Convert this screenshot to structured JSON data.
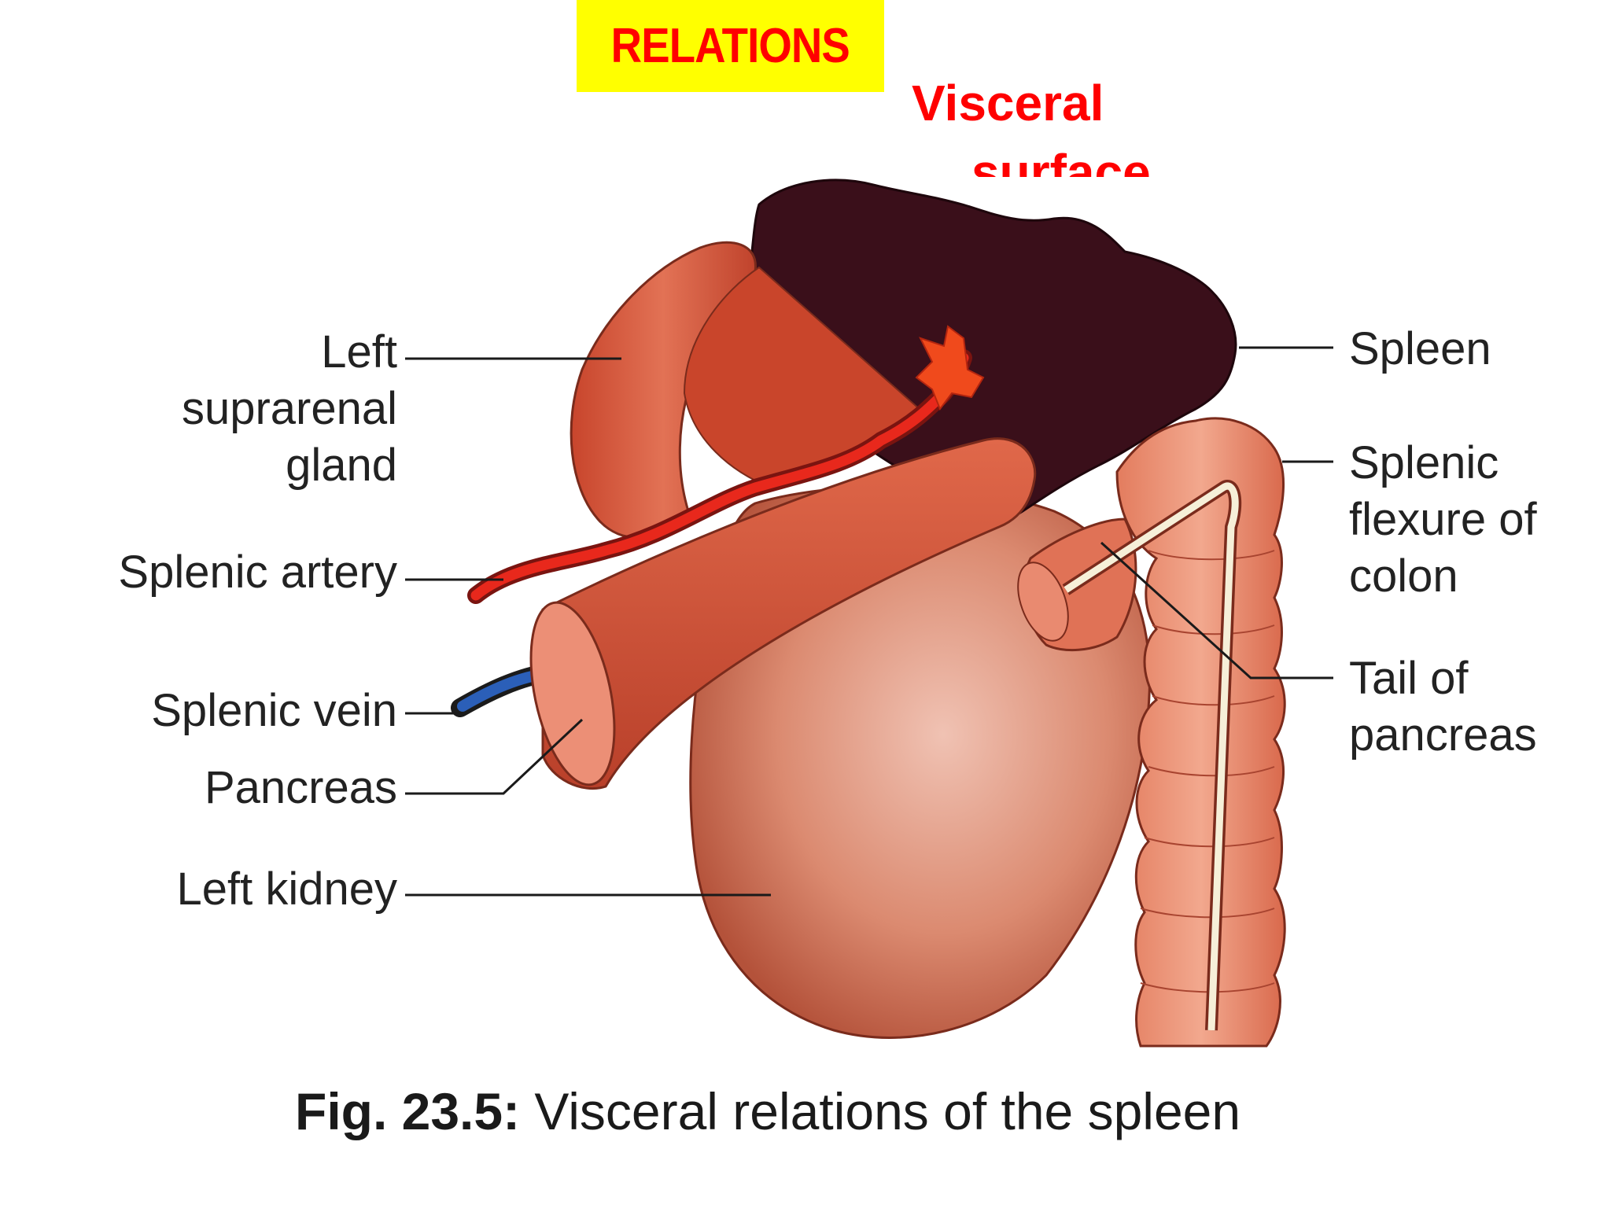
{
  "title": "RELATIONS",
  "subtitle": {
    "line1": "Visceral",
    "line2": "surface"
  },
  "labels": {
    "left_suprarenal_1": "Left",
    "left_suprarenal_2": "suprarenal",
    "left_suprarenal_3": "gland",
    "splenic_artery": "Splenic artery",
    "splenic_vein": "Splenic vein",
    "pancreas": "Pancreas",
    "left_kidney": "Left kidney",
    "spleen": "Spleen",
    "splenic_flexure_1": "Splenic",
    "splenic_flexure_2": "flexure of",
    "splenic_flexure_3": "colon",
    "tail_pancreas_1": "Tail of",
    "tail_pancreas_2": "pancreas"
  },
  "caption": {
    "prefix": "Fig. 23.5:",
    "text": "Visceral relations of the spleen"
  },
  "colors": {
    "title_bg": "#ffff00",
    "title_fg": "#ff0000",
    "spleen": "#3a0f1a",
    "kidney": "#d9826a",
    "organ": "#d4553a",
    "artery": "#e8241a",
    "vein": "#1f4fa0",
    "colon": "#e98c6e"
  }
}
